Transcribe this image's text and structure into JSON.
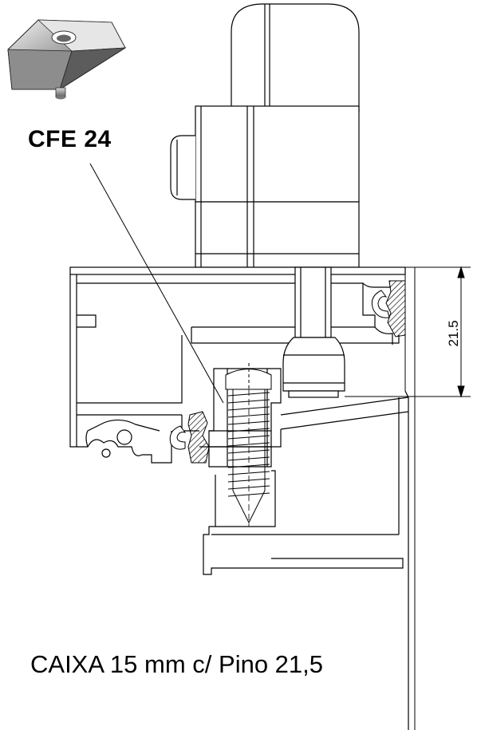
{
  "part_label": "CFE 24",
  "caption": "CAIXA 15 mm c/ Pino 21,5",
  "dimension": {
    "value_text": "21.5"
  },
  "colors": {
    "line": "#000000",
    "background": "#ffffff",
    "hatch": "#000000"
  }
}
